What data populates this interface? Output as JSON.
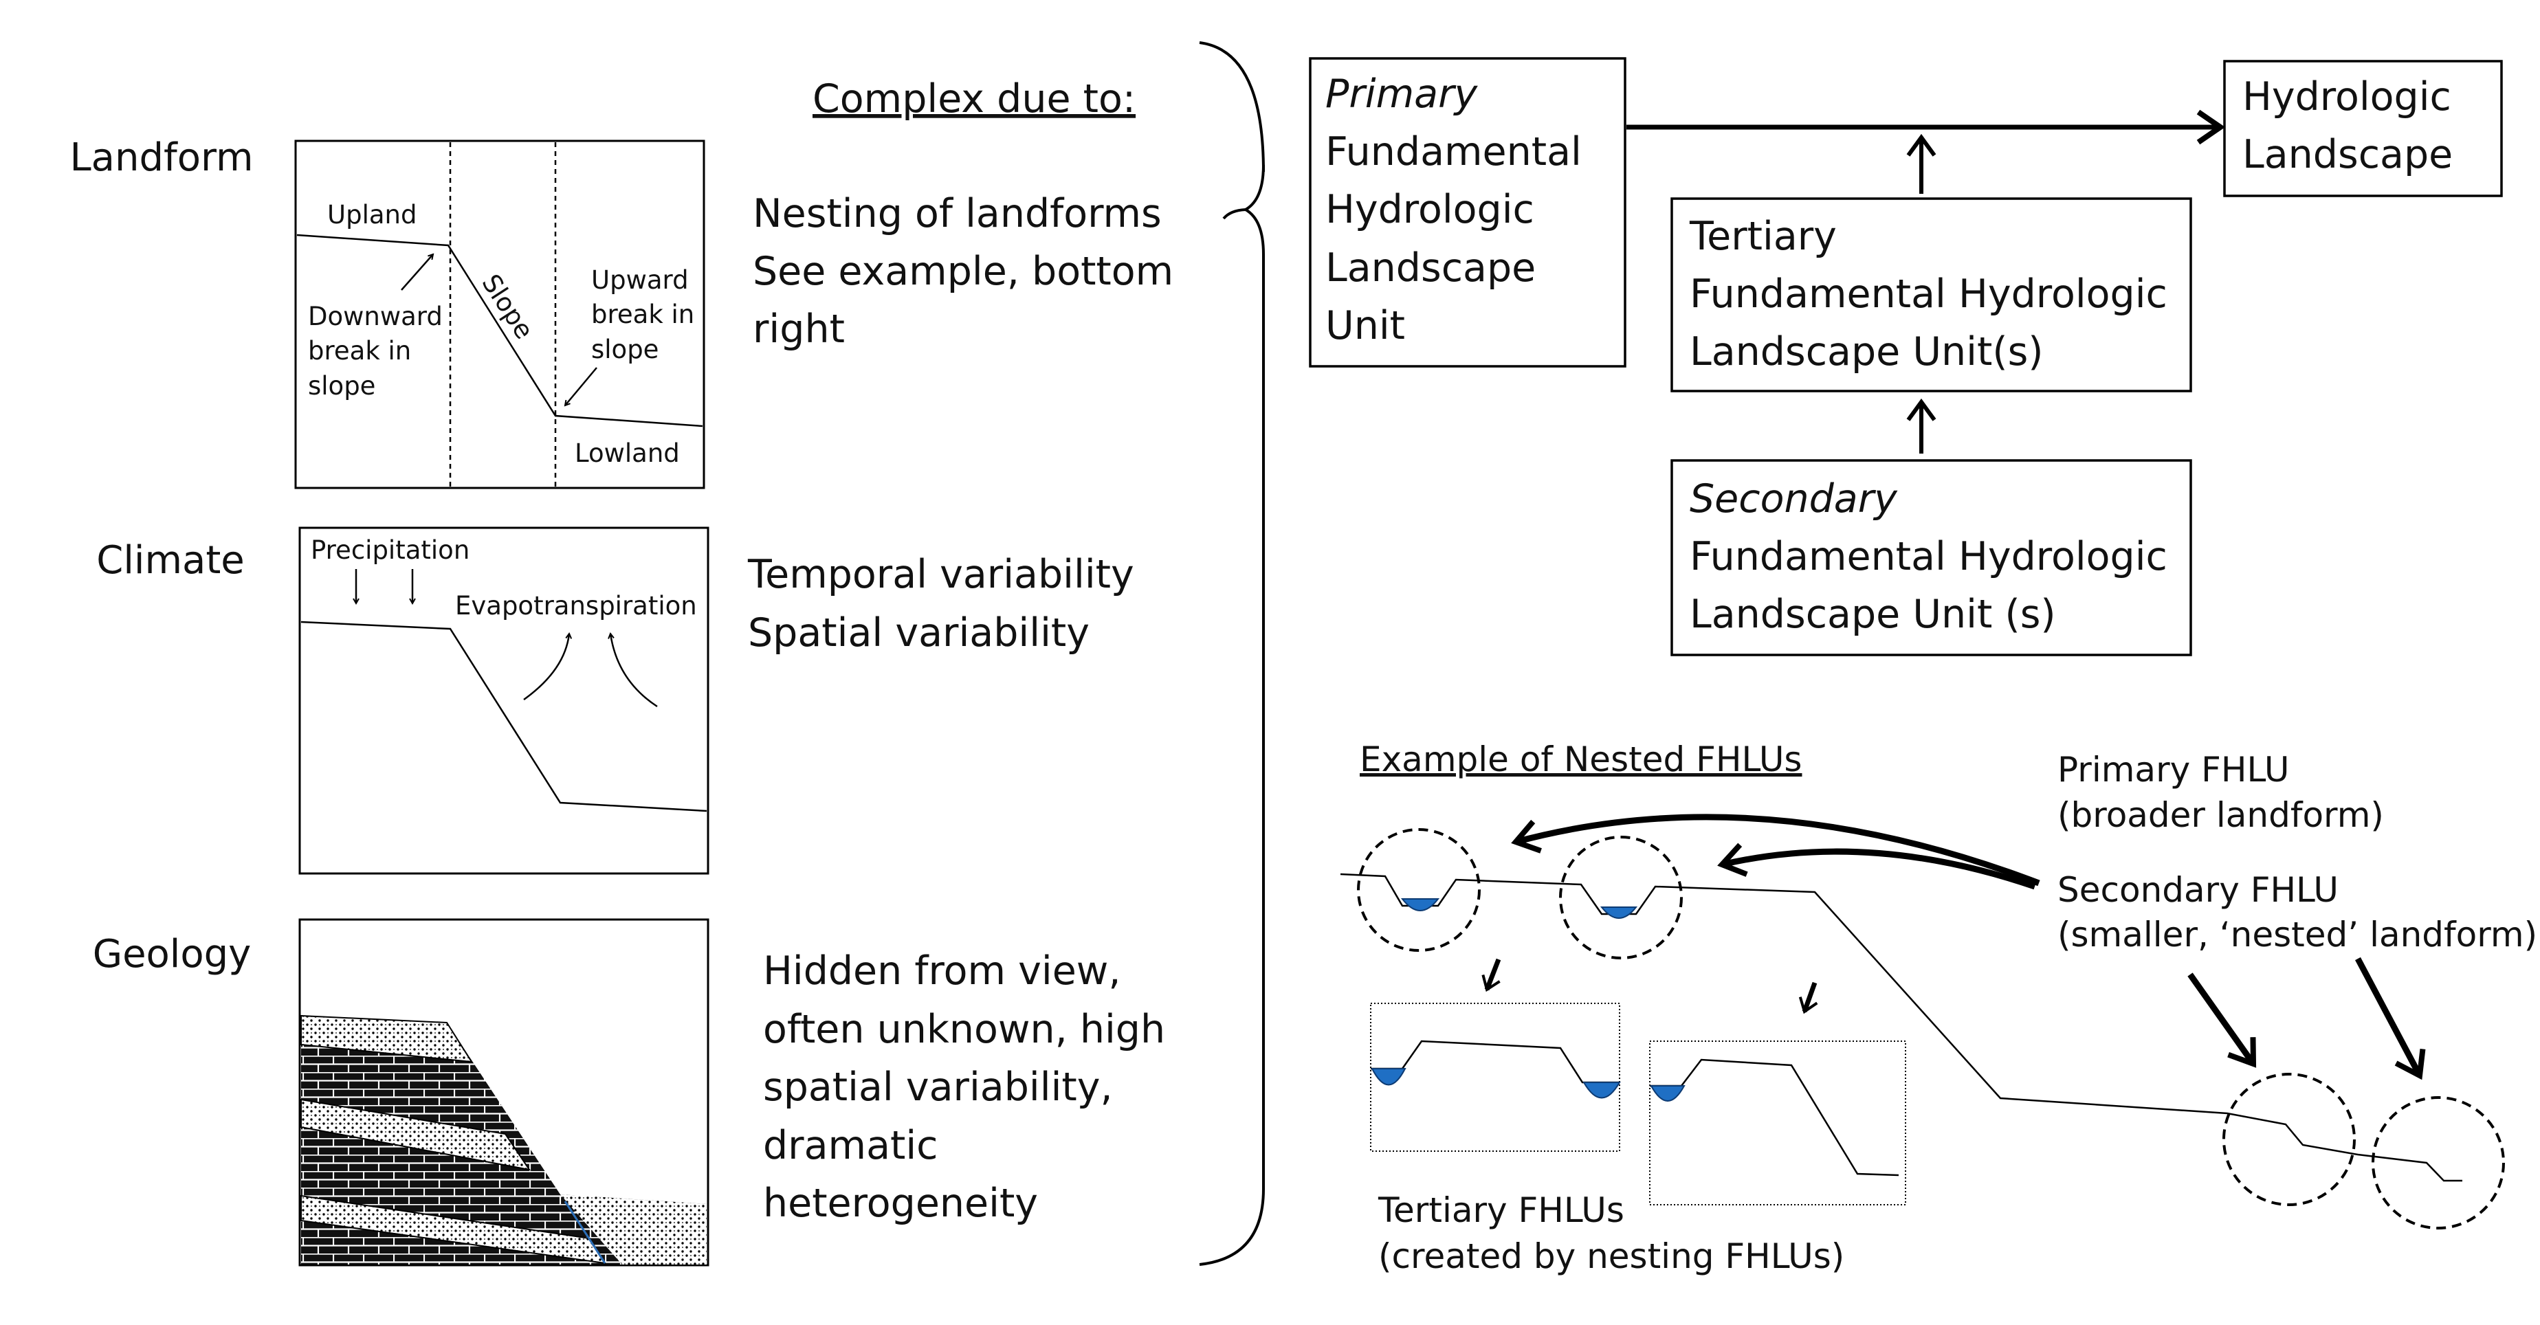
{
  "rows": {
    "landform": {
      "label": "Landform",
      "desc": [
        "Nesting of landforms",
        "See example, bottom",
        "right"
      ]
    },
    "climate": {
      "label": "Climate",
      "desc": [
        "Temporal variability",
        "Spatial variability"
      ]
    },
    "geology": {
      "label": "Geology",
      "desc": [
        "Hidden from view,",
        "often unknown, high",
        "spatial variability,",
        "dramatic",
        "heterogeneity"
      ]
    }
  },
  "landform_panel": {
    "upland": "Upland",
    "slope": "Slope",
    "lowland": "Lowland",
    "downward": [
      "Downward",
      "break in",
      "slope"
    ],
    "upward": [
      "Upward",
      "break in",
      "slope"
    ]
  },
  "climate_panel": {
    "precipitation": "Precipitation",
    "evapotranspiration": "Evapotranspiration"
  },
  "complex_heading": "Complex due to:",
  "hierarchy": {
    "primary": {
      "qualifier": "Primary",
      "lines": [
        "Fundamental",
        "Hydrologic",
        "Landscape",
        "Unit"
      ]
    },
    "landscape": {
      "lines": [
        "Hydrologic",
        "Landscape"
      ]
    },
    "tertiary": {
      "qualifier": "Tertiary",
      "lines": [
        "Fundamental Hydrologic",
        "Landscape Unit(s)"
      ]
    },
    "secondary": {
      "qualifier": "Secondary",
      "lines": [
        "Fundamental Hydrologic",
        "Landscape Unit (s)"
      ]
    }
  },
  "example": {
    "title": "Example of Nested FHLUs",
    "primary_label": [
      "Primary FHLU",
      "(broader landform)"
    ],
    "secondary_label": [
      "Secondary FHLU",
      "(smaller, ‘nested’ landform)"
    ],
    "tertiary_label": [
      "Tertiary FHLUs",
      "(created by nesting FHLUs)"
    ]
  },
  "colors": {
    "water": "#1f6fc4",
    "ink": "#000000"
  }
}
